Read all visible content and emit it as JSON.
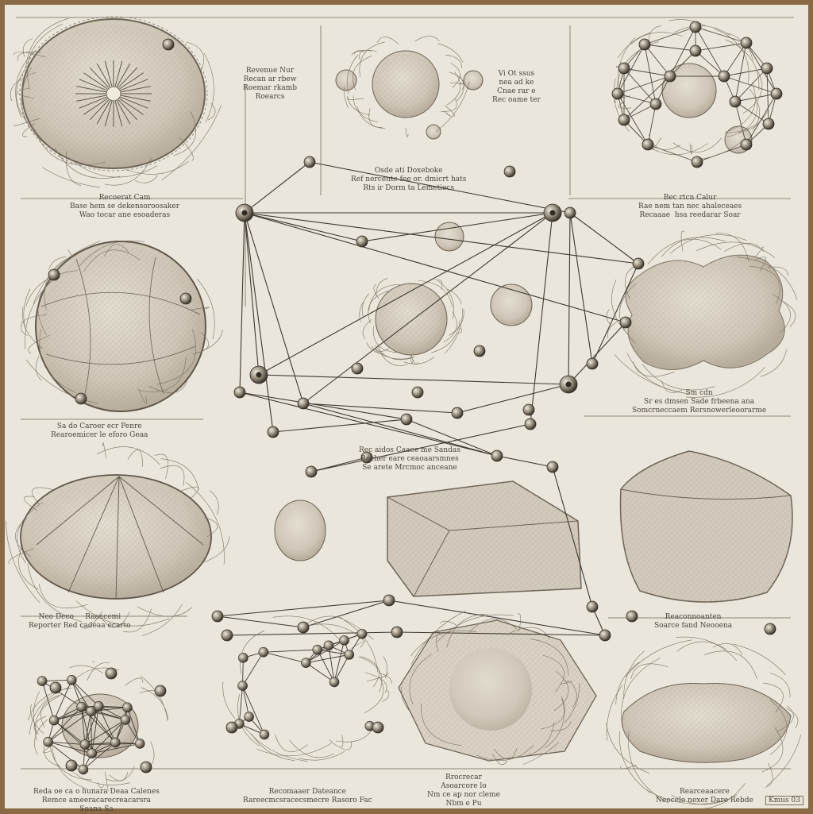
{
  "plate": {
    "background": "#ebe6dc",
    "frame": "#8a6a45",
    "ink": "#5a5348",
    "fill": "#d6d0c4",
    "signature": "Kmus 03"
  },
  "labels": [
    "Revenue Nur\nRecan ar rbew\nRoemar rkamb\nRoearcs",
    "Vi Ot ssus\nnea ad ke\nCnae rar e\nRec oame ter",
    "Osde ati Doxeboke\nRef nercente fee or. dmicrt hats\nRts ir Dorm ta Lemetiecs",
    "Recoerat Cam\nBase hem se dekensoroosaker\nWao tocar ane esoaderas",
    "Bec rtcn Calur\nRae nem tan nec ahaleceaes\nRecaaae  hsa reedarar Soar",
    "Sa do Caroer ecr Penre\nRearoemicer le eforo Geaa",
    "Sm cdn\nSr es dmsen Sade frbeena ana\nSomcrneccaem Rersnowerleoorarme",
    "Rec aidos Caaee me Sandas\nRecher eare ceaoaarsmnes\nSe arete Mrcmoc anceane",
    "Neo Deco     Raaecemi\nReporter Red cadeaa ecarto",
    "Reaconnoanten\nSoarce fand Neooena",
    "Reda oe ca o hunara Deaa Calenes\nRemce ameeracarecreacarsra\nSoana Sa",
    "Rrocrecar\nAsoarcore lo\nNm ce ap nor cleme\nNbm e Pu",
    "Recomaaer Dateance\nRareecmcsracecsmecre Rasoro Fac",
    "Rearceaacere\nNeocelo nexer Dare Rebde"
  ]
}
